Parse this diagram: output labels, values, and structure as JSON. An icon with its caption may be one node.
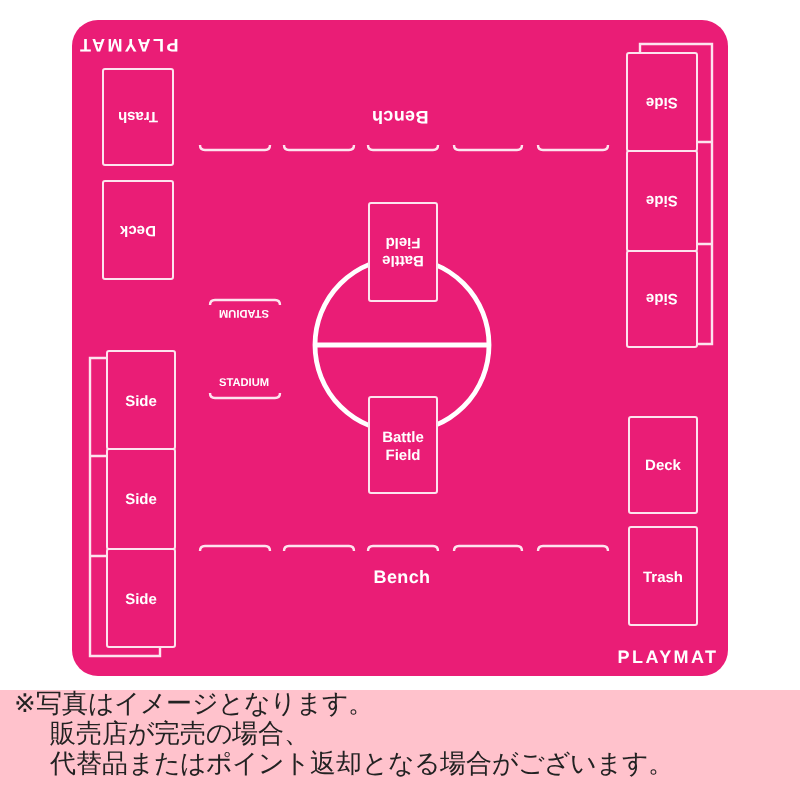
{
  "diagram": {
    "nodes": [
      {
        "text": [
          "PLAYMAT",
          "Bench",
          "STADIUM",
          "STADIUM",
          "Bench",
          "PLAYMAT"
        ]
      },
      {
        "text": [
          "Trash"
        ],
        "in": 0
      },
      {
        "text": [
          "Deck"
        ],
        "in": 0
      },
      {
        "text": [
          "Battle Field"
        ],
        "in": 0
      },
      {
        "text": [
          "Side"
        ],
        "in": 0
      },
      {
        "text": [
          "Side"
        ],
        "in": 0
      },
      {
        "text": [
          "Side"
        ],
        "in": 0
      },
      {
        "text": [
          "Side"
        ],
        "in": 0
      },
      {
        "text": [
          "Side"
        ],
        "in": 0
      },
      {
        "text": [
          "Side"
        ],
        "in": 0
      },
      {
        "text": [
          "Battle Field"
        ],
        "in": 0
      },
      {
        "text": [
          "Deck"
        ],
        "in": 0
      },
      {
        "text": [
          "Trash"
        ],
        "in": 0
      }
    ],
    "labels": [
      "※写真はイメージとなります。",
      "販売店が完売の場合、代替品またはポイント返却となる場合がございます。"
    ]
  }
}
